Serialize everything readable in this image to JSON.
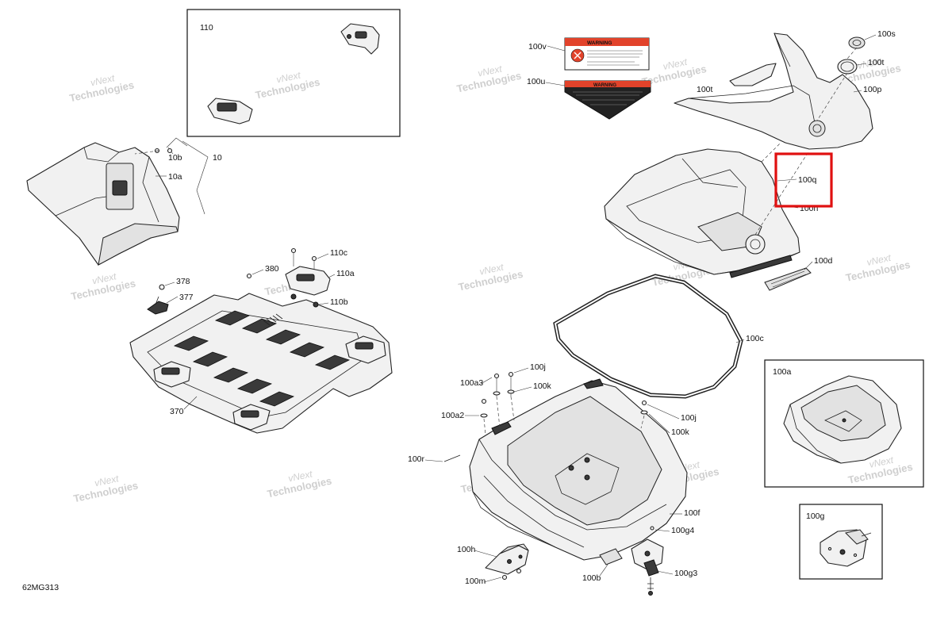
{
  "figure_code": "62MG313",
  "watermark": {
    "line1": "vNext",
    "line2": "Technologies"
  },
  "labels": {
    "p110": "110",
    "p10": "10",
    "p10a": "10a",
    "p10b": "10b",
    "p110c": "110c",
    "p110a": "110a",
    "p110b": "110b",
    "p380": "380",
    "p378": "378",
    "p377": "377",
    "p370": "370",
    "p100v": "100v",
    "p100u": "100u",
    "p100s": "100s",
    "p100t": "100t",
    "p100t2": "100t",
    "p100p": "100p",
    "p100q": "100q",
    "p100n": "100n",
    "p100d": "100d",
    "p100c": "100c",
    "p100a": "100a",
    "p100j": "100j",
    "p100k": "100k",
    "p100a3": "100a3",
    "p100a2": "100a2",
    "p100j2": "100j",
    "p100k2": "100k",
    "p100r": "100r",
    "p100f": "100f",
    "p100g4": "100g4",
    "p100h": "100h",
    "p100b": "100b",
    "p100m": "100m",
    "p100g3": "100g3",
    "p100g": "100g"
  },
  "warning_labels": {
    "title": "WARNING"
  },
  "highlight_color": "#e01010"
}
